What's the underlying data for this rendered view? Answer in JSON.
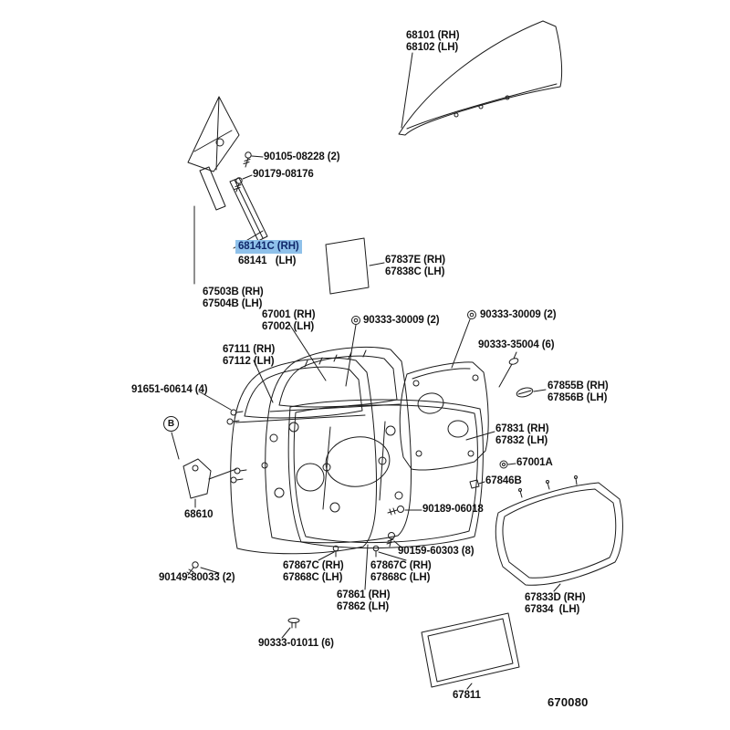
{
  "page": {
    "background": "#ffffff",
    "stroke_color": "#1c1c1c",
    "highlight_color": "#8fc1ea",
    "highlight_text_color": "#10286b"
  },
  "labels": {
    "glass": {
      "l1": "68101 (RH)",
      "l2": "68102 (LH)"
    },
    "screw_a": {
      "l1": "90105-08228 (2)"
    },
    "screw_b": {
      "l1": "90179-08176"
    },
    "run": {
      "l1": "68141C (RH)",
      "l2": "68141   (LH)"
    },
    "pad": {
      "l1": "67837E (RH)",
      "l2": "67838C (LH)"
    },
    "bracket": {
      "l1": "67503B (RH)",
      "l2": "67504B (LH)"
    },
    "door_sub": {
      "l1": "67001 (RH)",
      "l2": "67002 (LH)"
    },
    "bolt_30009_c": {
      "l1": "90333-30009 (2)"
    },
    "bolt_30009_r": {
      "l1": "90333-30009 (2)"
    },
    "bolt_35004": {
      "l1": "90333-35004 (6)"
    },
    "panel": {
      "l1": "67111 (RH)",
      "l2": "67112 (LH)"
    },
    "hinge_bolt": {
      "l1": "91651-60614 (4)"
    },
    "circle_b": "B",
    "cap": {
      "l1": "67855B (RH)",
      "l2": "67856B (LH)"
    },
    "frame": {
      "l1": "67831 (RH)",
      "l2": "67832 (LH)"
    },
    "grommet": {
      "l1": "67001A"
    },
    "clip_67846": {
      "l1": "67846B"
    },
    "bolt_06018": {
      "l1": "90189-06018"
    },
    "check": {
      "l1": "68610"
    },
    "screw_60303": {
      "l1": "90159-60303 (8)"
    },
    "screw_80033": {
      "l1": "90149-80033 (2)"
    },
    "cushion_left": {
      "l1": "67867C (RH)",
      "l2": "67868C (LH)"
    },
    "cushion_right": {
      "l1": "67867C (RH)",
      "l2": "67868C (LH)"
    },
    "weatherstrip": {
      "l1": "67861 (RH)",
      "l2": "67862 (LH)"
    },
    "outer_panel": {
      "l1": "67833D (RH)",
      "l2": "67834  (LH)"
    },
    "clip_01011": {
      "l1": "90333-01011 (6)"
    },
    "trim": {
      "l1": "67811"
    },
    "diagram_number": "670080"
  }
}
